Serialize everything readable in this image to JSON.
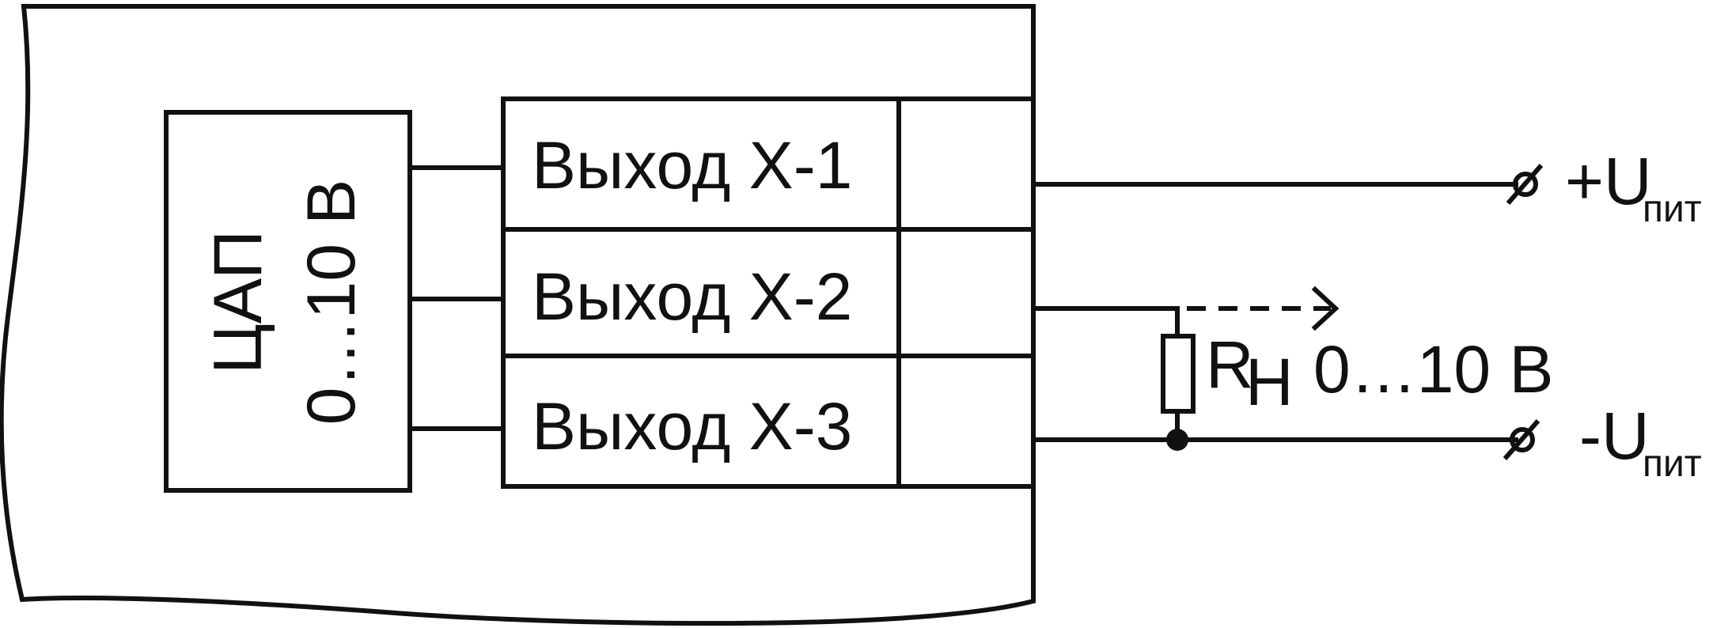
{
  "dac": {
    "line1": "ЦАП",
    "line2": "0…10 В"
  },
  "outputs": [
    {
      "label": "Выход Х-1"
    },
    {
      "label": "Выход Х-2"
    },
    {
      "label": "Выход Х-3"
    }
  ],
  "supply_plus": {
    "sign": "+U",
    "sub": "пит"
  },
  "supply_minus": {
    "sign": "-U",
    "sub": "пит"
  },
  "load": {
    "symbol": "R",
    "sub": "Н",
    "range": "0…10 В"
  }
}
